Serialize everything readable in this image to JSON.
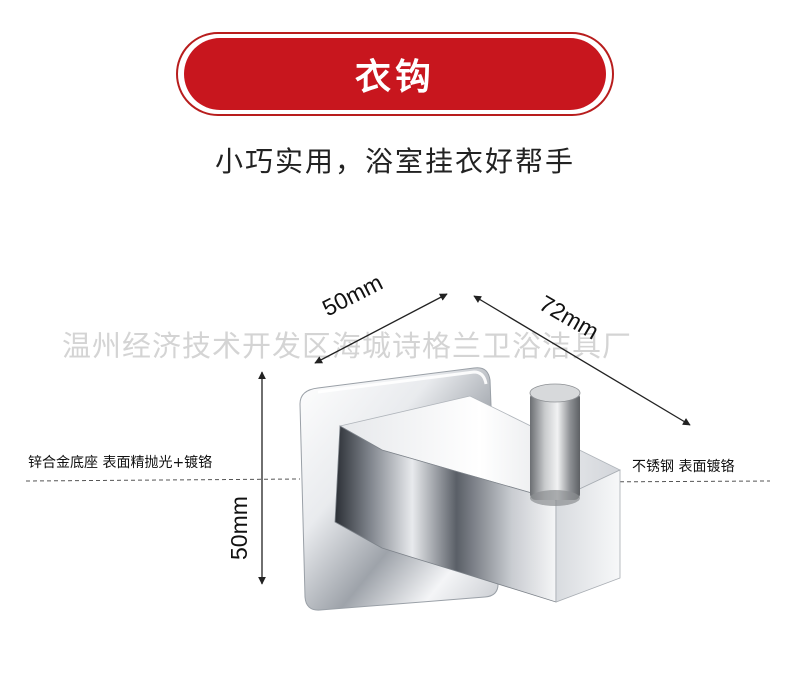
{
  "banner": {
    "title": "衣钩"
  },
  "subtitle": "小巧实用，浴室挂衣好帮手",
  "watermark": "温州经济技术开发区海城诗格兰卫浴洁具厂",
  "dimensions": {
    "depth": "50mm",
    "length": "72mm",
    "height": "50mm"
  },
  "specs": {
    "base": "锌合金底座   表面精抛光+镀铬",
    "hook": "不锈钢  表面镀铬"
  },
  "colors": {
    "banner": "#c8161e",
    "watermark": "#d4d4d4"
  }
}
